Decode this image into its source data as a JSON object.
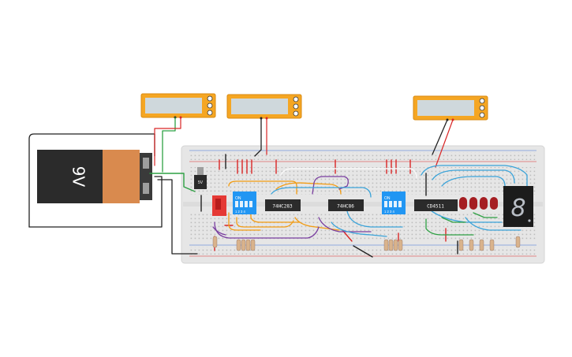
{
  "battery": {
    "label": "9V"
  },
  "regulator": {
    "label": "5V"
  },
  "dip_switches": [
    {
      "on_label": "ON",
      "pins": "1 2 3 4"
    },
    {
      "on_label": "ON",
      "pins": "1 2 3 4"
    }
  ],
  "chips": [
    {
      "label": "74HC283"
    },
    {
      "label": "74HC86"
    },
    {
      "label": "CD4511"
    }
  ],
  "display": {
    "digit": "8"
  },
  "multimeters": [
    {
      "reading": ""
    },
    {
      "reading": ""
    },
    {
      "reading": ""
    }
  ],
  "colors": {
    "breadboard": "#e6e6e6",
    "rail_red": "#d92626",
    "rail_blue": "#3a6fd8",
    "multimeter_body": "#f5a623",
    "dip_blue": "#2196f3",
    "chip": "#2b2b2b",
    "battery_body": "#2b2b2b",
    "battery_cap": "#d98a4e",
    "led_red": "#a51e22",
    "wire_orange": "#f39c12",
    "wire_purple": "#7a3fa0",
    "wire_blue": "#3aa3d9",
    "wire_green": "#2ea043",
    "wire_black": "#222222",
    "wire_red": "#d92626"
  }
}
